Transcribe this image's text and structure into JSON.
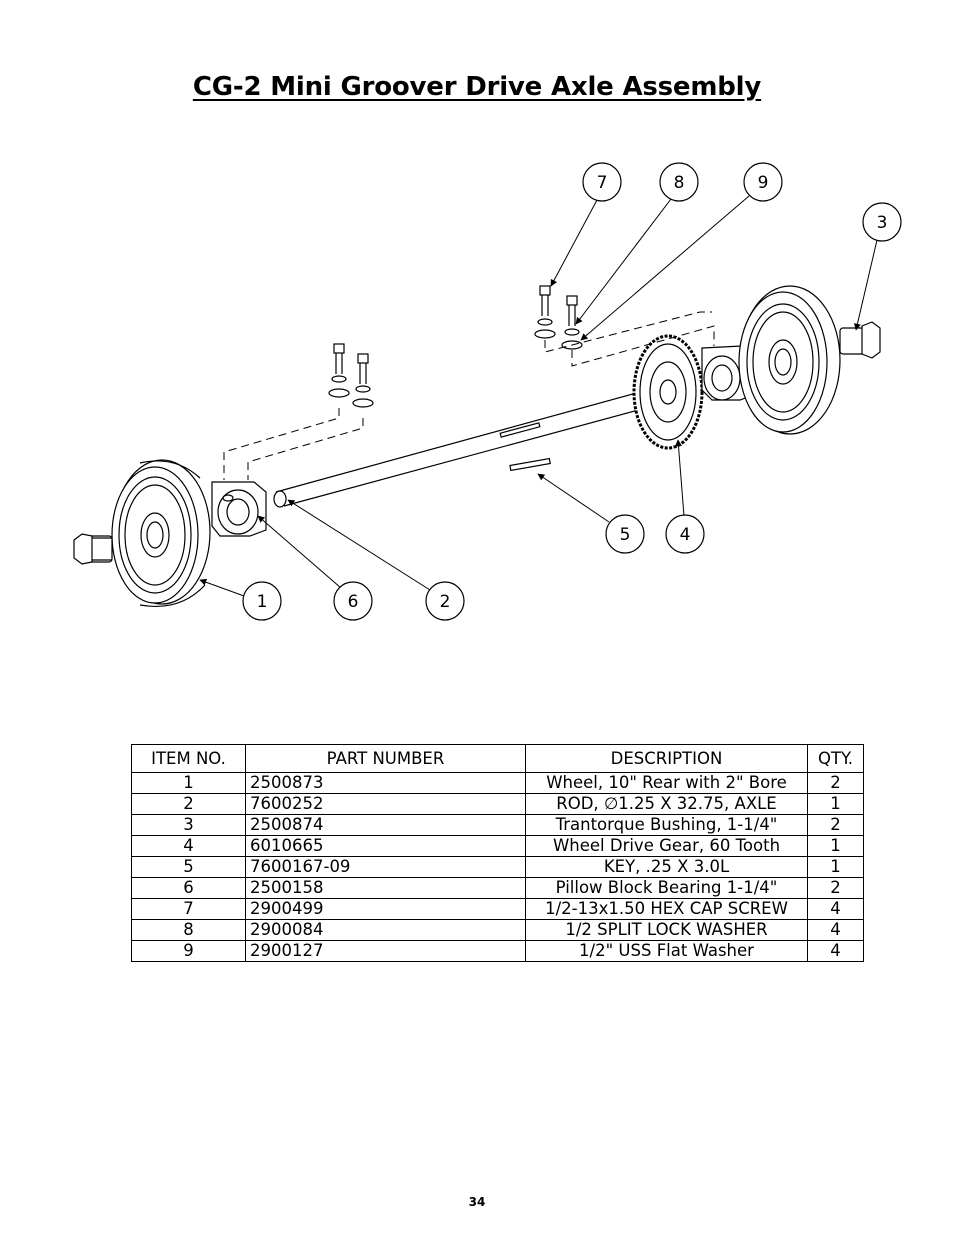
{
  "title": "CG-2 Mini Groover Drive Axle Assembly",
  "balloons": [
    {
      "label": "7"
    },
    {
      "label": "8"
    },
    {
      "label": "9"
    },
    {
      "label": "3"
    },
    {
      "label": "5"
    },
    {
      "label": "4"
    },
    {
      "label": "1"
    },
    {
      "label": "6"
    },
    {
      "label": "2"
    }
  ],
  "table": {
    "headers": [
      "ITEM NO.",
      "PART NUMBER",
      "DESCRIPTION",
      "QTY."
    ],
    "rows": [
      {
        "item": "1",
        "part": "2500873",
        "desc": "Wheel, 10\" Rear with 2\" Bore",
        "qty": "2"
      },
      {
        "item": "2",
        "part": "7600252",
        "desc": "ROD, ∅1.25 X 32.75, AXLE",
        "qty": "1"
      },
      {
        "item": "3",
        "part": "2500874",
        "desc": "Trantorque Bushing, 1-1/4\"",
        "qty": "2"
      },
      {
        "item": "4",
        "part": "6010665",
        "desc": "Wheel Drive Gear, 60 Tooth",
        "qty": "1"
      },
      {
        "item": "5",
        "part": "7600167-09",
        "desc": "KEY, .25 X 3.0L",
        "qty": "1"
      },
      {
        "item": "6",
        "part": "2500158",
        "desc": "Pillow Block Bearing 1-1/4\"",
        "qty": "2"
      },
      {
        "item": "7",
        "part": "2900499",
        "desc": "1/2-13x1.50 HEX CAP SCREW",
        "qty": "4"
      },
      {
        "item": "8",
        "part": "2900084",
        "desc": "1/2 SPLIT LOCK WASHER",
        "qty": "4"
      },
      {
        "item": "9",
        "part": "2900127",
        "desc": "1/2\" USS Flat Washer",
        "qty": "4"
      }
    ]
  },
  "page_number": "34"
}
